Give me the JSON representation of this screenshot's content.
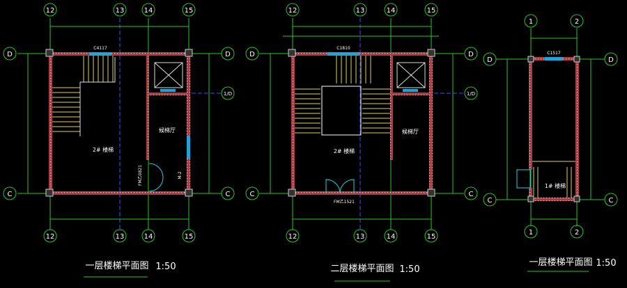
{
  "drawings": [
    {
      "title": "一层楼梯平面图",
      "scale": "1:50",
      "grid_top": [
        "12",
        "13",
        "14",
        "15"
      ],
      "grid_bottom": [
        "12",
        "13",
        "14",
        "15"
      ],
      "grid_left": [
        "D",
        "C"
      ],
      "grid_right": [
        "D",
        "1/D",
        "C"
      ],
      "window_label": "C4117",
      "stair_label": "2# 楼梯",
      "room_label": "候梯厅",
      "door_label_1": "FM乙0821",
      "door_label_2": "M-2"
    },
    {
      "title": "二层楼梯平面图",
      "scale": "1:50",
      "grid_top": [
        "12",
        "13",
        "14",
        "15"
      ],
      "grid_bottom": [
        "12",
        "13",
        "14",
        "15"
      ],
      "grid_left": [
        "D",
        "C"
      ],
      "grid_right": [
        "D",
        "1/D",
        "C"
      ],
      "window_label": "C1810",
      "stair_label": "2# 楼梯",
      "room_label": "候梯厅",
      "door_label_1": "FM乙1521"
    },
    {
      "title": "一层楼梯平面图",
      "scale": "1:50",
      "grid_top": [
        "1",
        "2"
      ],
      "grid_bottom": [
        "1",
        "2"
      ],
      "grid_left": [
        "D",
        "C"
      ],
      "grid_right": [
        "D",
        "C"
      ],
      "window_label": "C1517",
      "stair_label": "1# 楼梯"
    }
  ]
}
